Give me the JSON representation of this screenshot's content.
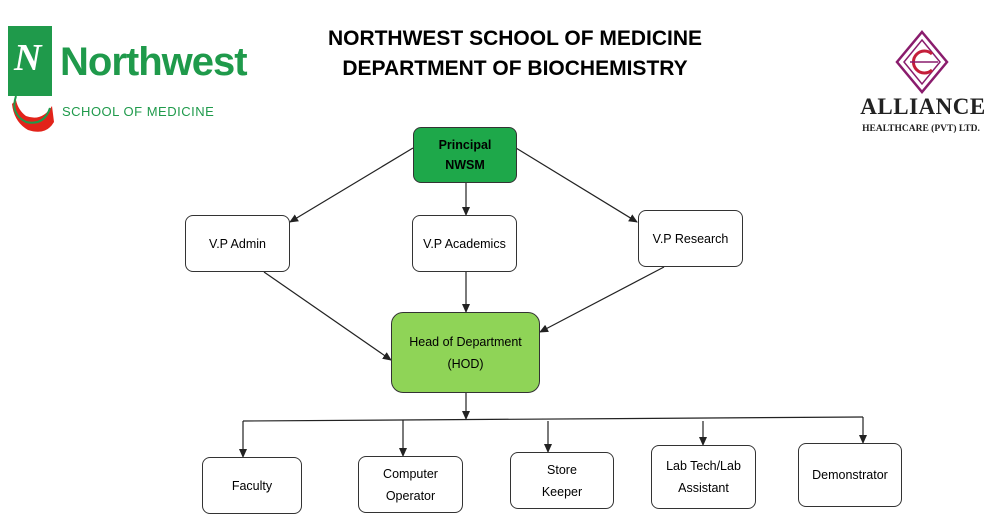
{
  "header": {
    "title_line1": "NORTHWEST SCHOOL OF MEDICINE",
    "title_line2": "DEPARTMENT OF BIOCHEMISTRY"
  },
  "logos": {
    "left": {
      "word": "Northwest",
      "sub": "SCHOOL OF MEDICINE",
      "color": "#1f9a4b",
      "accent": "#e2231a"
    },
    "right": {
      "name": "ALLIANCE",
      "sub": "HEALTHCARE (PVT) LTD.",
      "color": "#8a1c6d"
    }
  },
  "nodes": {
    "principal": {
      "line1": "Principal",
      "line2": "NWSM"
    },
    "vp_admin": {
      "line1": "V.P Admin"
    },
    "vp_academics": {
      "line1": "V.P Academics"
    },
    "vp_research": {
      "line1": "V.P Research"
    },
    "hod": {
      "line1": "Head of Department",
      "line2": "(HOD)"
    },
    "faculty": {
      "line1": "Faculty"
    },
    "computer_operator": {
      "line1": "Computer",
      "line2": "Operator"
    },
    "store_keeper": {
      "line1": "Store",
      "line2": "Keeper"
    },
    "lab_tech": {
      "line1": "Lab Tech/Lab",
      "line2": "Assistant"
    },
    "demonstrator": {
      "line1": "Demonstrator"
    }
  },
  "colors": {
    "principal_fill": "#1ea84a",
    "hod_fill": "#8fd457",
    "line": "#222222"
  }
}
